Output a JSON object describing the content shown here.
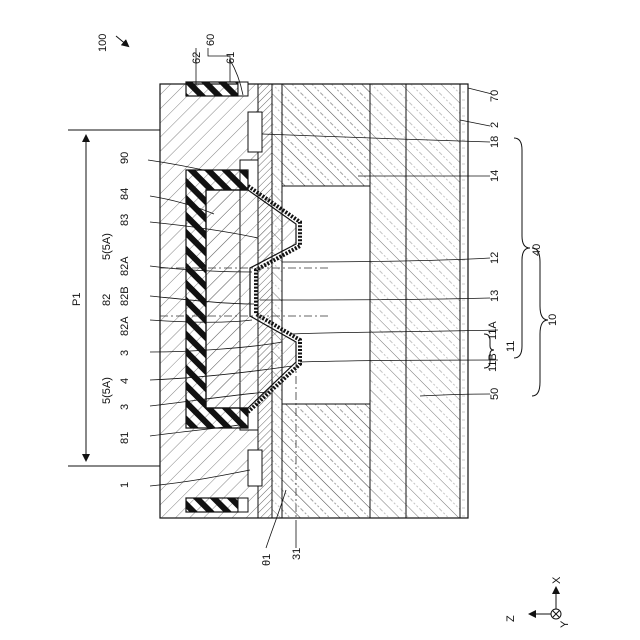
{
  "figure": {
    "ref_main": "100",
    "labels": {
      "p1": "P1",
      "r60": "60",
      "r62": "62",
      "r61": "61",
      "r90": "90",
      "r84": "84",
      "r83": "83",
      "r5a_top": "5(5A)",
      "r82a_top": "82A",
      "r82": "82",
      "r82b": "82B",
      "r82a_bot": "82A",
      "r3_top": "3",
      "r4": "4",
      "r5a_bot": "5(5A)",
      "r3_bot": "3",
      "r81": "81",
      "r1": "1",
      "theta1": "θ1",
      "r31": "31",
      "r70": "70",
      "r2": "2",
      "r18": "18",
      "r14": "14",
      "r40": "40",
      "r12": "12",
      "r13": "13",
      "r10": "10",
      "r11a": "11A",
      "r11": "11",
      "r11b": "11B",
      "r50": "50"
    },
    "axes": {
      "x": "X",
      "z": "Z",
      "y": "Y"
    }
  }
}
